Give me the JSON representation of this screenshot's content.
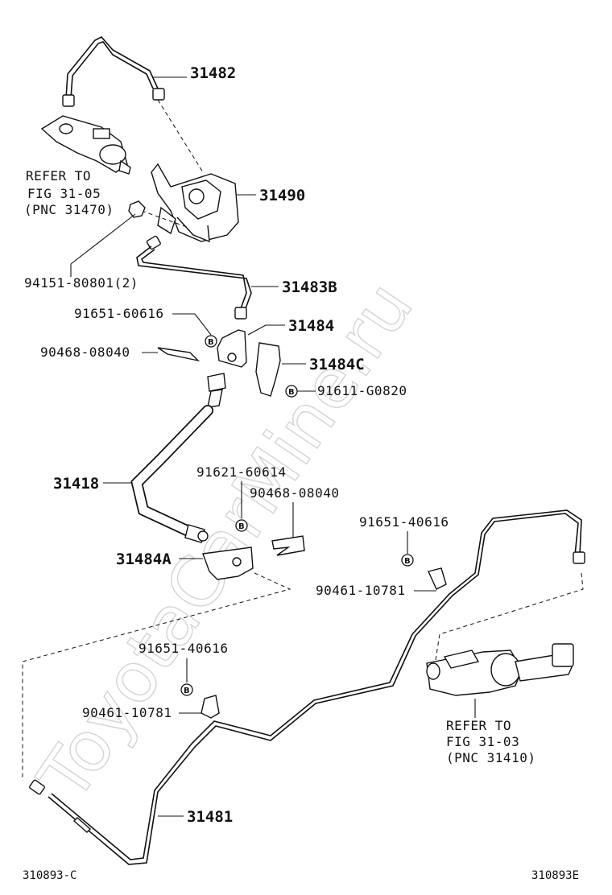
{
  "watermark": "ToyotaCarMine.ru",
  "bolt_mark": "B",
  "codes": {
    "left": "310893-C",
    "right": "310893E"
  },
  "refs": {
    "top": {
      "line1": "REFER TO",
      "line2": "FIG 31-05",
      "line3": "(PNC 31470)"
    },
    "bottom": {
      "line1": "REFER TO",
      "line2": "FIG 31-03",
      "line3": "(PNC 31410)"
    }
  },
  "parts": {
    "p31482": "31482",
    "p31490": "31490",
    "p94151": "94151-80801(2)",
    "p31483B": "31483B",
    "p91651_60616": "91651-60616",
    "p31484": "31484",
    "p90468_top": "90468-08040",
    "p31484C": "31484C",
    "p91611": "91611-G0820",
    "p91621": "91621-60614",
    "p90468_mid": "90468-08040",
    "p31418": "31418",
    "p31484A": "31484A",
    "p91651_40616_r": "91651-40616",
    "p90461_r": "90461-10781",
    "p91651_40616_l": "91651-40616",
    "p90461_l": "90461-10781",
    "p31481": "31481"
  }
}
